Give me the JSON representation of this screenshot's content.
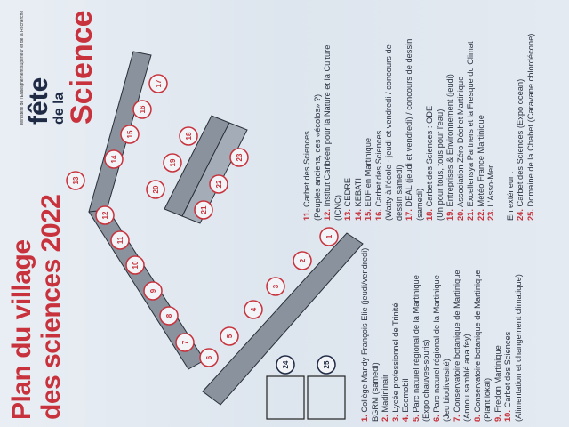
{
  "title": {
    "line1": "Plan du village",
    "line2": "des sciences 2022"
  },
  "logo": {
    "line1": "fête",
    "line2": "de la",
    "line3": "Science",
    "ministry": "Ministère de l'Enseignement supérieur et de la Recherche"
  },
  "legend_left": [
    {
      "num": "1.",
      "text": "Collège Mandy François Elie (jeudi/vendredi)"
    },
    {
      "num": "",
      "text": "BGRM (samedi)"
    },
    {
      "num": "2.",
      "text": "Madininair"
    },
    {
      "num": "3.",
      "text": "Lycée professionnel de Trinité"
    },
    {
      "num": "4.",
      "text": "Ecomobil"
    },
    {
      "num": "5.",
      "text": "Parc naturel régional de la Martinique"
    },
    {
      "num": "",
      "text": "(Expo chauves-souris)"
    },
    {
      "num": "6.",
      "text": "Parc naturel régional de la Martinique"
    },
    {
      "num": "",
      "text": "(Jeu biodiversité)"
    },
    {
      "num": "7.",
      "text": "Conservatoire botanique de Martinique"
    },
    {
      "num": "",
      "text": "(Annou samblé ana fey)"
    },
    {
      "num": "8.",
      "text": "Conservatoire botanique de Martinique"
    },
    {
      "num": "",
      "text": "(Plant lokal)"
    },
    {
      "num": "9.",
      "text": "Fredon Martinique"
    },
    {
      "num": "10.",
      "text": "Carbet des Sciences"
    },
    {
      "num": "",
      "text": "(Alimentation et changement climatique)"
    }
  ],
  "legend_right": [
    {
      "num": "11.",
      "text": "Carbet des Sciences"
    },
    {
      "num": "",
      "text": "(Peuples anciens, des «écolos» ?)"
    },
    {
      "num": "12.",
      "text": "Institut Caribéen pour la Nature et la Culture"
    },
    {
      "num": "",
      "text": "(ICNC)"
    },
    {
      "num": "13.",
      "text": "CEDRE"
    },
    {
      "num": "14.",
      "text": "KEBATI"
    },
    {
      "num": "15.",
      "text": "EDF en Martinique"
    },
    {
      "num": "16.",
      "text": "Carbet des Sciences"
    },
    {
      "num": "",
      "text": "(Watty à l'école - jeudi et vendredi / concours de"
    },
    {
      "num": "",
      "text": "dessin samedi)"
    },
    {
      "num": "17.",
      "text": "DEAL (jeudi et vendredi) / concours de dessin"
    },
    {
      "num": "",
      "text": "(samedi)"
    },
    {
      "num": "18.",
      "text": "Carbet des Sciences : ODE"
    },
    {
      "num": "",
      "text": "(Un pour tous, tous pour l'eau)"
    },
    {
      "num": "19.",
      "text": "Entreprises & Environnement (jeudi)"
    },
    {
      "num": "20.",
      "text": "Association Zéro Déchet Martinique"
    },
    {
      "num": "21.",
      "text": "Excellensya Partners et la Fresque du Climat"
    },
    {
      "num": "22.",
      "text": "Météo France Martinique"
    },
    {
      "num": "23.",
      "text": "L'Asso-Mer"
    }
  ],
  "outdoor": {
    "heading": "En extérieur :",
    "items": [
      {
        "num": "24.",
        "text": "Carbet des Sciences (Expo océan)"
      },
      {
        "num": "25.",
        "text": "Domaine de la Chabet (Caravane chlordécone)"
      }
    ]
  },
  "stands": [
    "1",
    "2",
    "3",
    "4",
    "5",
    "6",
    "7",
    "8",
    "9",
    "10",
    "11",
    "12",
    "13",
    "14",
    "15",
    "16",
    "17",
    "18",
    "19",
    "20",
    "21",
    "22",
    "23",
    "24",
    "25"
  ],
  "colors": {
    "accent": "#c8323c",
    "navy": "#1f2a44"
  }
}
